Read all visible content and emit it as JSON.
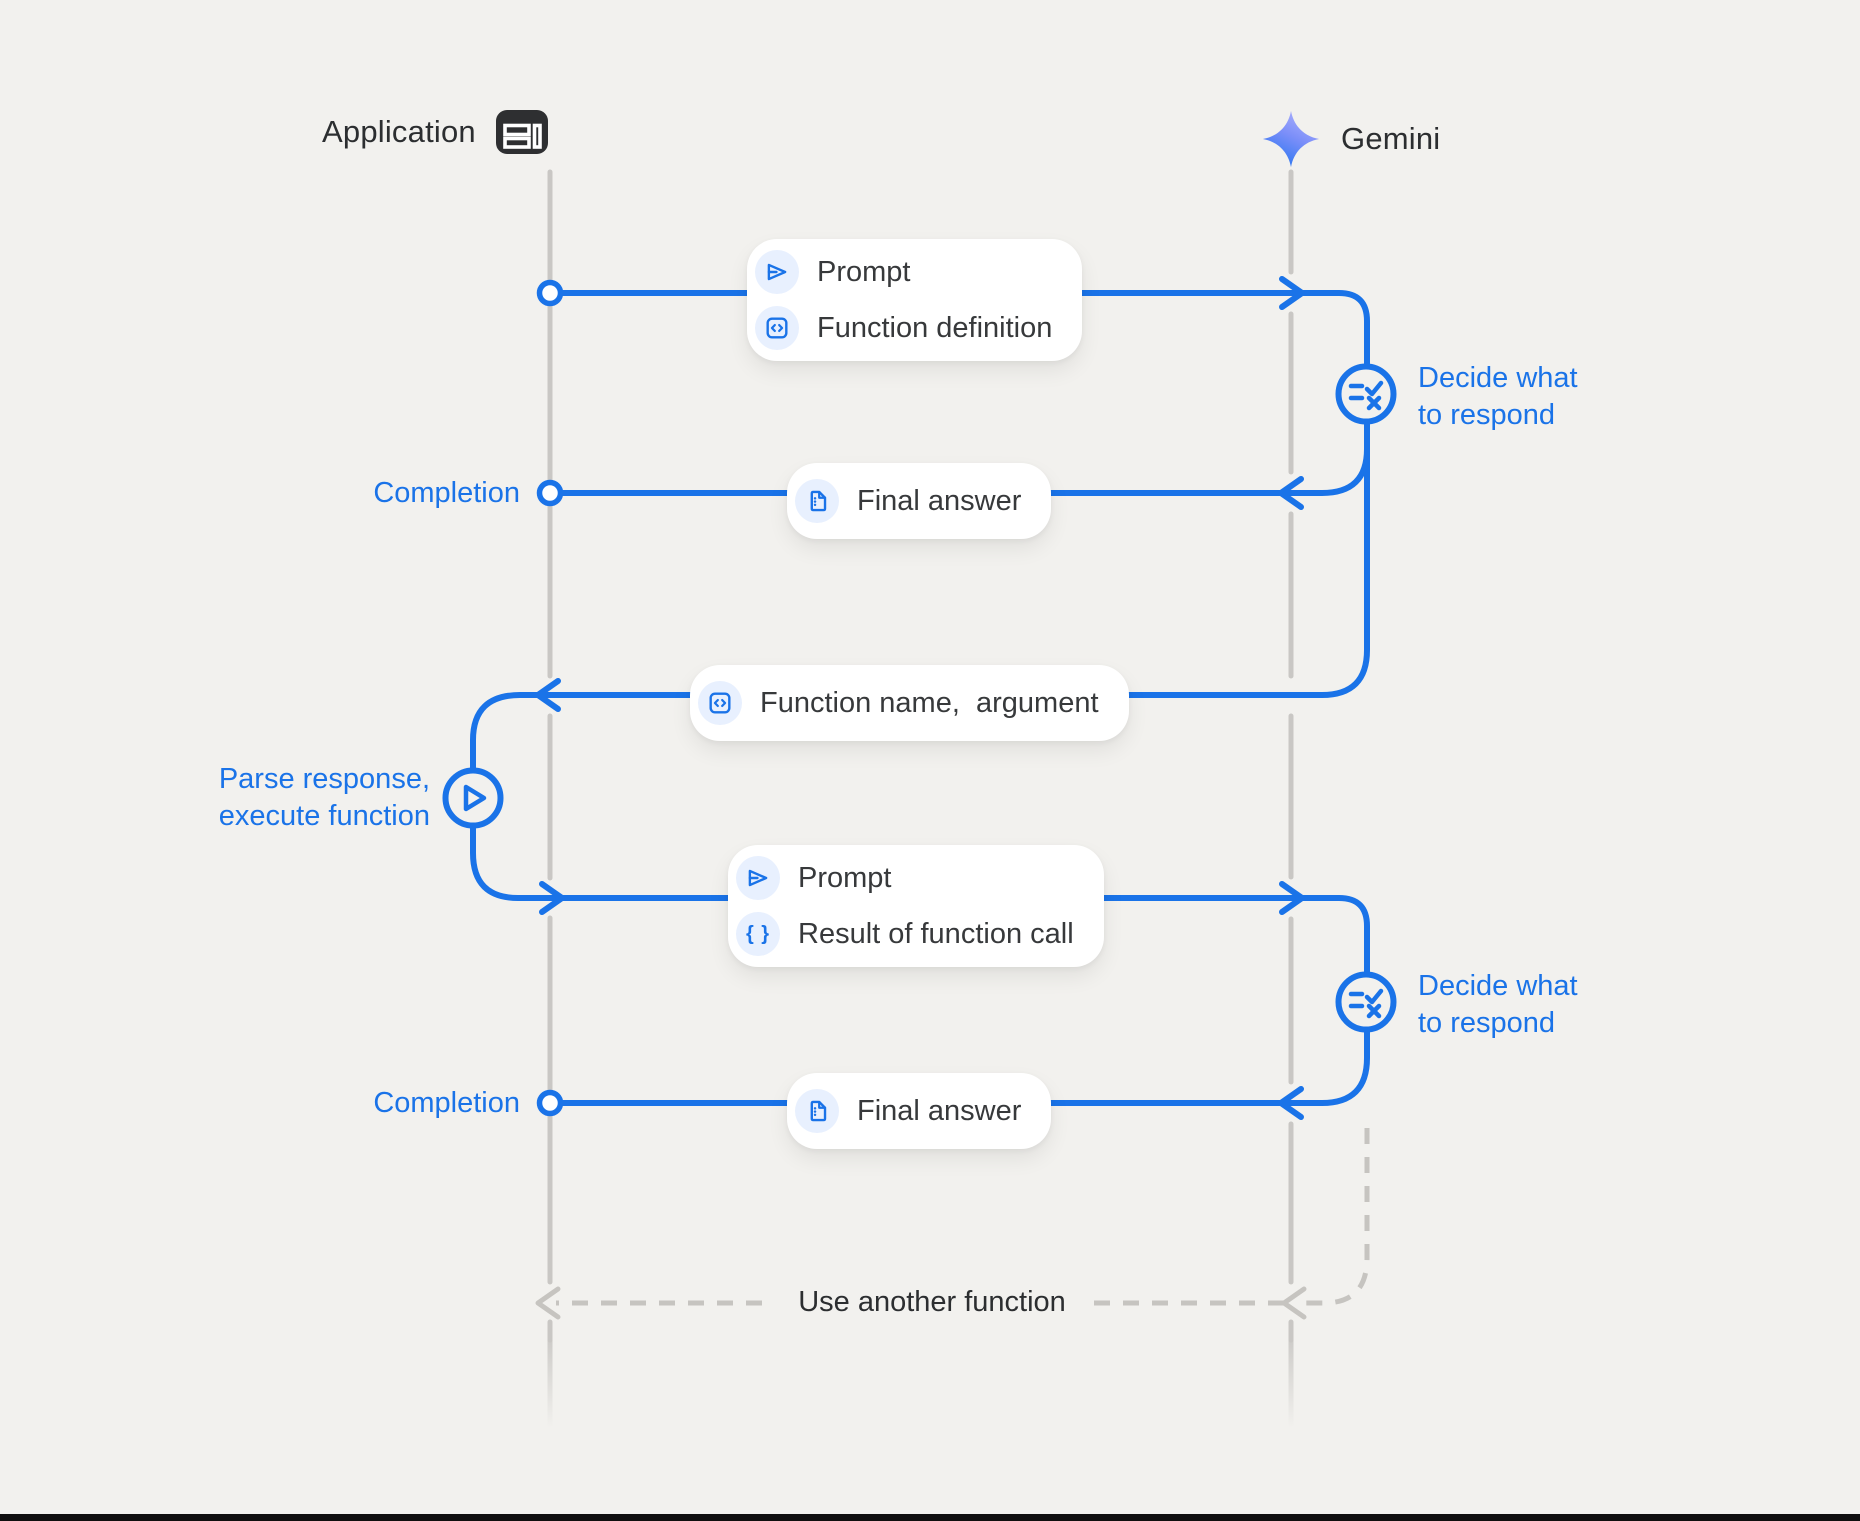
{
  "colors": {
    "accent": "#1a73e8",
    "background": "#f2f1ee",
    "card": "#ffffff",
    "icon_chip_bg": "#e8f0fe",
    "text_dark": "#37393b",
    "lifeline_gray": "#c9c7c4",
    "app_icon_dark": "#2e2f31"
  },
  "header": {
    "application_label": "Application",
    "gemini_label": "Gemini"
  },
  "icons": {
    "application": "window-layout-icon",
    "gemini": "gemini-star-icon",
    "prompt": "send-icon",
    "function_definition": "code-box-icon",
    "final_answer": "document-icon",
    "result_of_function_call": "braces-icon",
    "decide": "rule-check-icon",
    "parse_execute": "play-icon",
    "braces_glyph": "{ }"
  },
  "cards": {
    "prompt_function_definition": {
      "row1": "Prompt",
      "row2": "Function definition"
    },
    "final_answer_1": {
      "label": "Final answer"
    },
    "function_name_argument": {
      "label": "Function name,  argument"
    },
    "prompt_result": {
      "row1": "Prompt",
      "row2": "Result of function call"
    },
    "final_answer_2": {
      "label": "Final answer"
    }
  },
  "annotations": {
    "decide_1": "Decide what\nto respond",
    "decide_2": "Decide what\nto respond",
    "completion_1": "Completion",
    "completion_2": "Completion",
    "parse_execute": "Parse response,\nexecute function",
    "use_another_function": "Use another function"
  }
}
